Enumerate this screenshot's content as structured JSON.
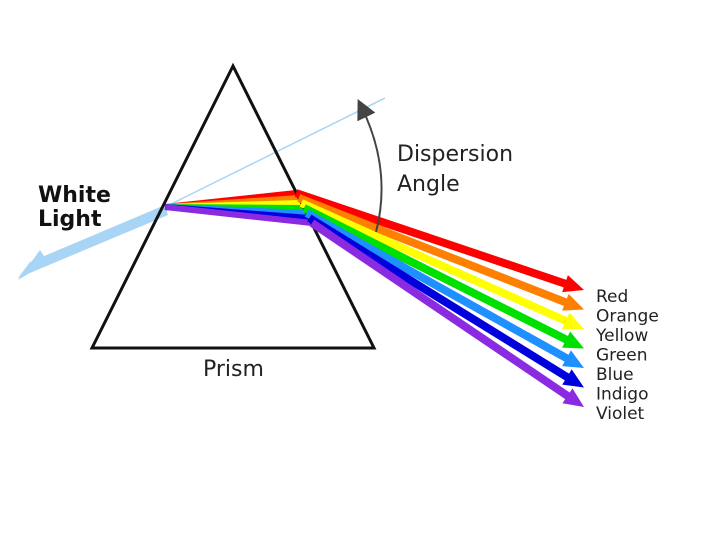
{
  "labels": {
    "white_light_line1": "White",
    "white_light_line2": "Light",
    "dispersion_line1": "Dispersion",
    "dispersion_line2": "Angle",
    "prism": "Prism"
  },
  "spectrum": [
    {
      "name": "Red",
      "color": "#ff0000"
    },
    {
      "name": "Orange",
      "color": "#ff8000"
    },
    {
      "name": "Yellow",
      "color": "#ffff00"
    },
    {
      "name": "Green",
      "color": "#00e000"
    },
    {
      "name": "Blue",
      "color": "#1e90ff"
    },
    {
      "name": "Indigo",
      "color": "#0000dd"
    },
    {
      "name": "Violet",
      "color": "#8a2be2"
    }
  ],
  "colors": {
    "white_light_beam": "#a8d4f5",
    "prism_outline": "#111111",
    "angle_arrow": "#444444"
  }
}
